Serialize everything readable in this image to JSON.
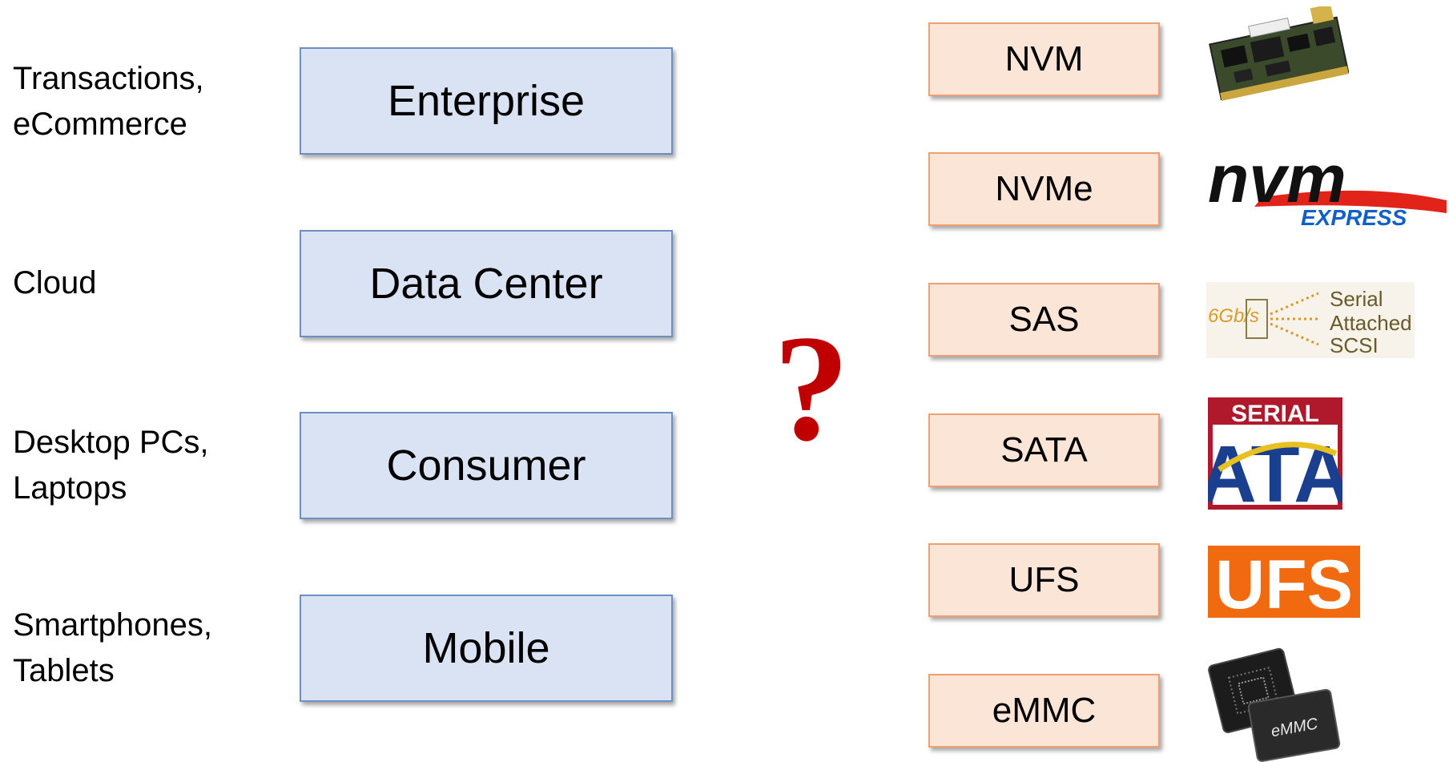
{
  "use_cases": [
    "Transactions,\neCommerce",
    "Cloud",
    "Desktop PCs,\nLaptops",
    "Smartphones,\nTablets"
  ],
  "segments": [
    "Enterprise",
    "Data Center",
    "Consumer",
    "Mobile"
  ],
  "question_mark": "?",
  "interfaces": [
    "NVM",
    "NVMe",
    "SAS",
    "SATA",
    "UFS",
    "eMMC"
  ],
  "logos": {
    "nvme": {
      "main": "nvm",
      "sub": "EXPRESS"
    },
    "sas": {
      "rate": "6Gb/s",
      "line1": "Serial",
      "line2": "Attached",
      "line3": "SCSI"
    },
    "sata": {
      "top": "SERIAL",
      "bottom": "ATA"
    },
    "ufs": {
      "text": "UFS"
    },
    "emmc": {
      "text": "eMMC"
    }
  },
  "colors": {
    "segment_fill": "#dae3f3",
    "segment_border": "#6e8fc0",
    "interface_fill": "#fbe5d6",
    "interface_border": "#f0a070",
    "question_mark": "#c00000"
  }
}
